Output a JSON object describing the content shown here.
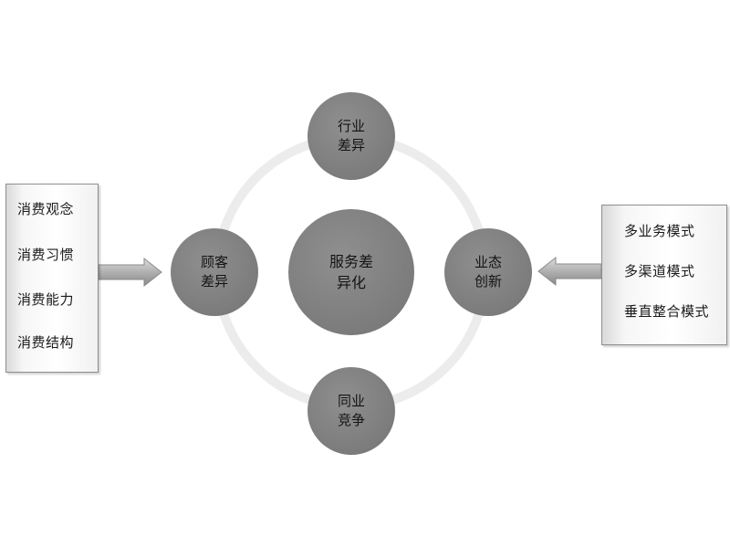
{
  "diagram": {
    "center": {
      "line1": "服务差",
      "line2": "异化"
    },
    "top": {
      "line1": "行业",
      "line2": "差异"
    },
    "left": {
      "line1": "顾客",
      "line2": "差异"
    },
    "right": {
      "line1": "业态",
      "line2": "创新"
    },
    "bottom": {
      "line1": "同业",
      "line2": "竞争"
    },
    "left_box_items": [
      "消费观念",
      "消费习惯",
      "消费能力",
      "消费结构"
    ],
    "right_box_items": [
      "多业务模式",
      "多渠道模式",
      "垂直整合模式"
    ]
  },
  "colors": {
    "circle_fill": "#838383",
    "ring": "#ebebeb",
    "arrow": "#a6a6a6",
    "box_border": "#8e8e8e"
  }
}
